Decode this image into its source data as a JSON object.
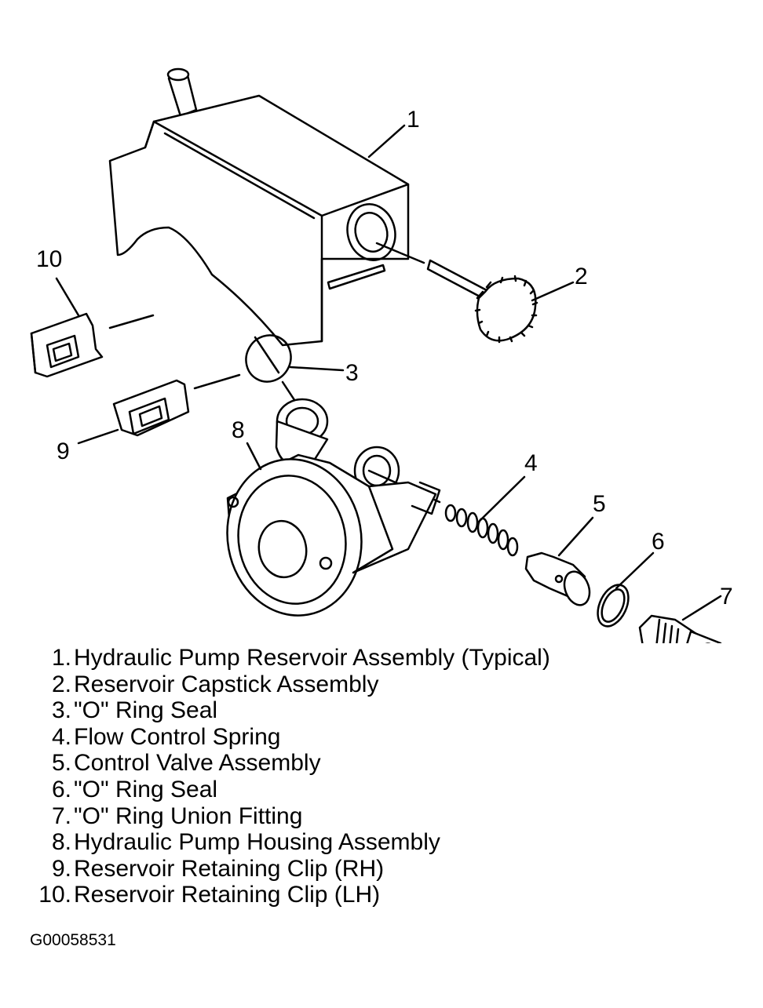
{
  "callouts": [
    "1",
    "2",
    "3",
    "4",
    "5",
    "6",
    "7",
    "8",
    "9",
    "10"
  ],
  "legend": [
    {
      "num": "1.",
      "text": "Hydraulic Pump Reservoir Assembly (Typical)"
    },
    {
      "num": "2.",
      "text": "Reservoir Capstick Assembly"
    },
    {
      "num": "3.",
      "text": "\"O\" Ring Seal"
    },
    {
      "num": "4.",
      "text": "Flow Control Spring"
    },
    {
      "num": "5.",
      "text": "Control Valve Assembly"
    },
    {
      "num": "6.",
      "text": "\"O\" Ring Seal"
    },
    {
      "num": "7.",
      "text": "\"O\" Ring Union Fitting"
    },
    {
      "num": "8.",
      "text": "Hydraulic Pump Housing Assembly"
    },
    {
      "num": "9.",
      "text": "Reservoir Retaining Clip (RH)"
    },
    {
      "num": "10.",
      "text": "Reservoir Retaining Clip (LH)"
    }
  ],
  "figure_id": "G00058531",
  "colors": {
    "line": "#000000",
    "background": "#ffffff"
  }
}
